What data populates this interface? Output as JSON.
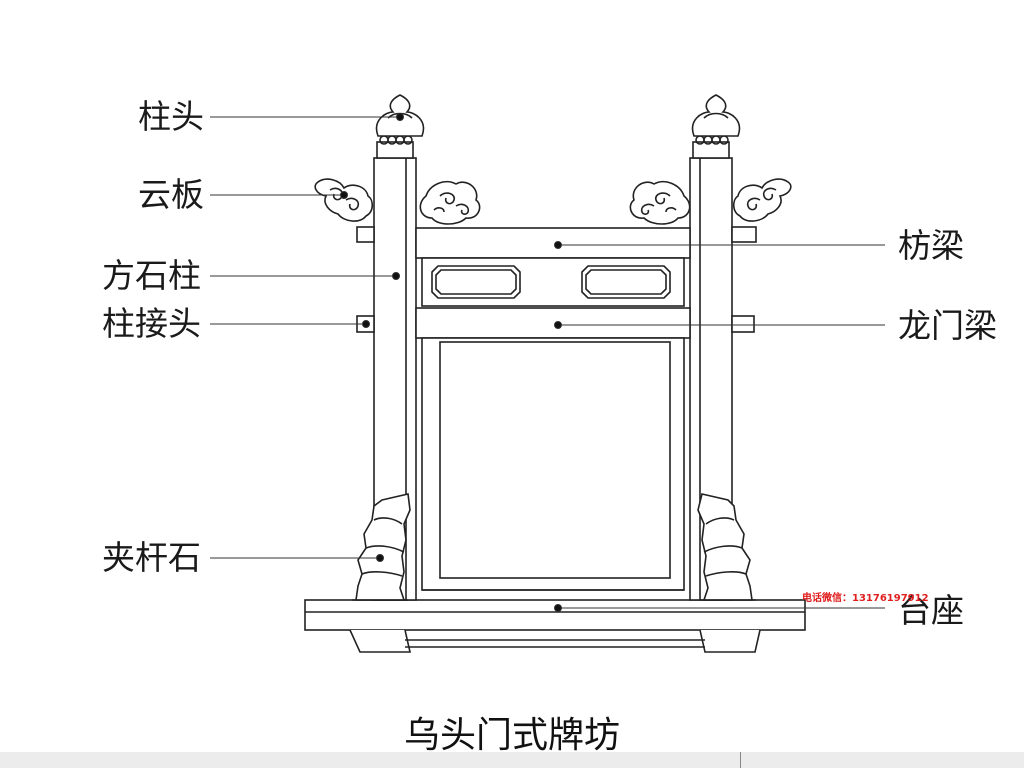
{
  "labels": {
    "zhutou": "柱头",
    "yunban": "云板",
    "fangshizhu": "方石柱",
    "zhujietou": "柱接头",
    "jiaganshi": "夹杆石",
    "fangliang": "枋梁",
    "longmenliang": "龙门梁",
    "taizuo": "台座"
  },
  "caption": "乌头门式牌坊",
  "contact": "电话微信：13176197912",
  "colors": {
    "line": "#222222",
    "label": "#1a1a1a",
    "contact": "#e02020"
  }
}
